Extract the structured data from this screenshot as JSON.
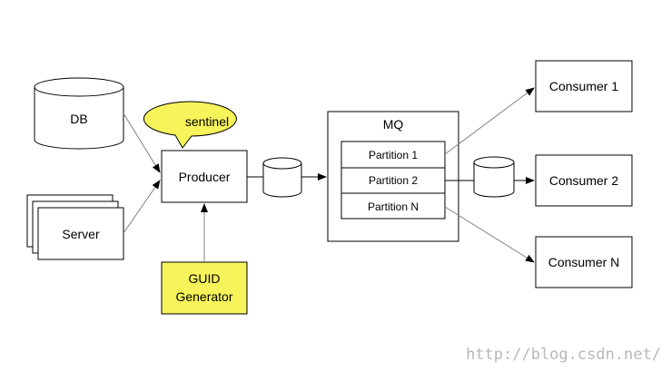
{
  "nodes": {
    "db": "DB",
    "server": "Server",
    "sentinel": "sentinel",
    "producer": "Producer",
    "guid_line1": "GUID",
    "guid_line2": "Generator",
    "mq": "MQ",
    "partition_1": "Partition 1",
    "partition_2": "Partition 2",
    "partition_n": "Partition N",
    "consumer_1": "Consumer 1",
    "consumer_2": "Consumer 2",
    "consumer_n": "Consumer N"
  },
  "watermark": "http://blog.csdn.net/",
  "colors": {
    "stroke": "#000000",
    "edge": "#808080",
    "guid_fill": "#f7f35a",
    "sentinel_fill": "#f7f35a",
    "background": "#ffffff",
    "watermark": "#b8b8b8"
  }
}
